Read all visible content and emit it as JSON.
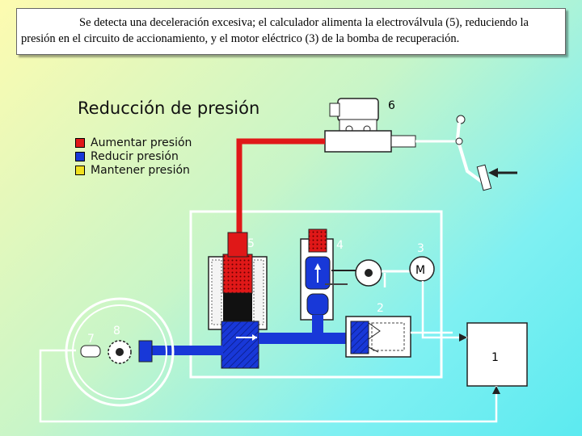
{
  "caption": "Se detecta una deceleración excesiva; el calculador alimenta la electroválvula (5), reduciendo la presión en el circuito de accionamiento, y el motor eléctrico (3) de la bomba de recuperación.",
  "diagram": {
    "title": "Reducción de presión",
    "legend": [
      {
        "label": "Aumentar presión",
        "color": "#e01818"
      },
      {
        "label": "Reducir presión",
        "color": "#1838d8"
      },
      {
        "label": "Mantener presión",
        "color": "#f0e020"
      }
    ],
    "labels": {
      "n1": "1",
      "n2": "2",
      "n3": "3",
      "n4": "4",
      "n5": "5",
      "n6": "6",
      "n7": "7",
      "n8": "8",
      "motor": "M"
    }
  }
}
